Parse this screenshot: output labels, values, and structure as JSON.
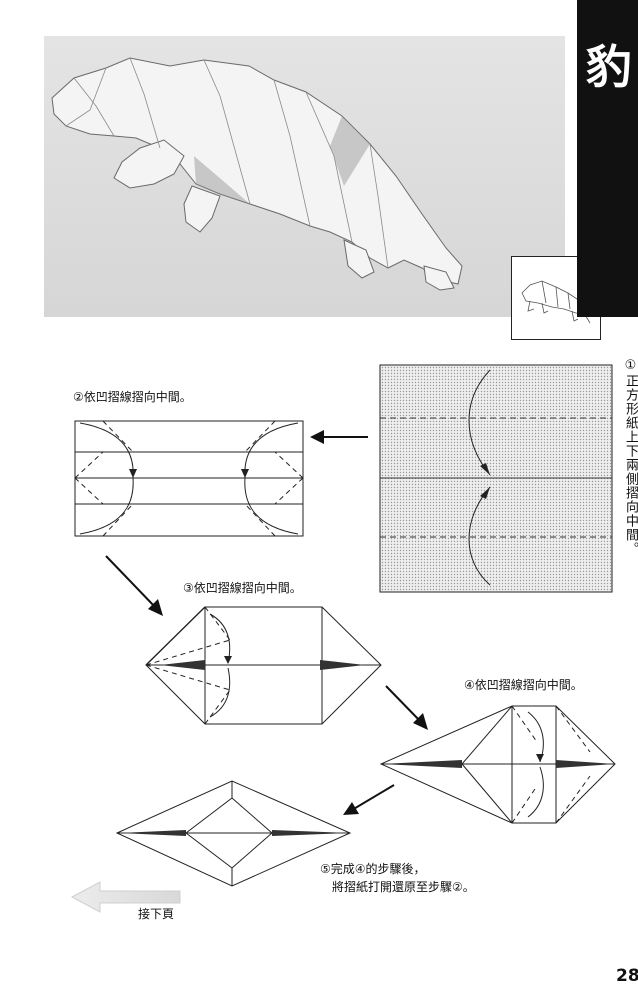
{
  "title": "豹",
  "steps": {
    "step1": "①正方形紙上下兩側摺向中間。",
    "step2": "②依凹摺線摺向中間。",
    "step3": "③依凹摺線摺向中間。",
    "step4": "④依凹摺線摺向中間。",
    "step5_line1": "⑤完成④的步驟後，",
    "step5_line2": "將摺紙打開還原至步驟②。"
  },
  "nav": {
    "next_page": "接下頁"
  },
  "page_number": "28"
}
